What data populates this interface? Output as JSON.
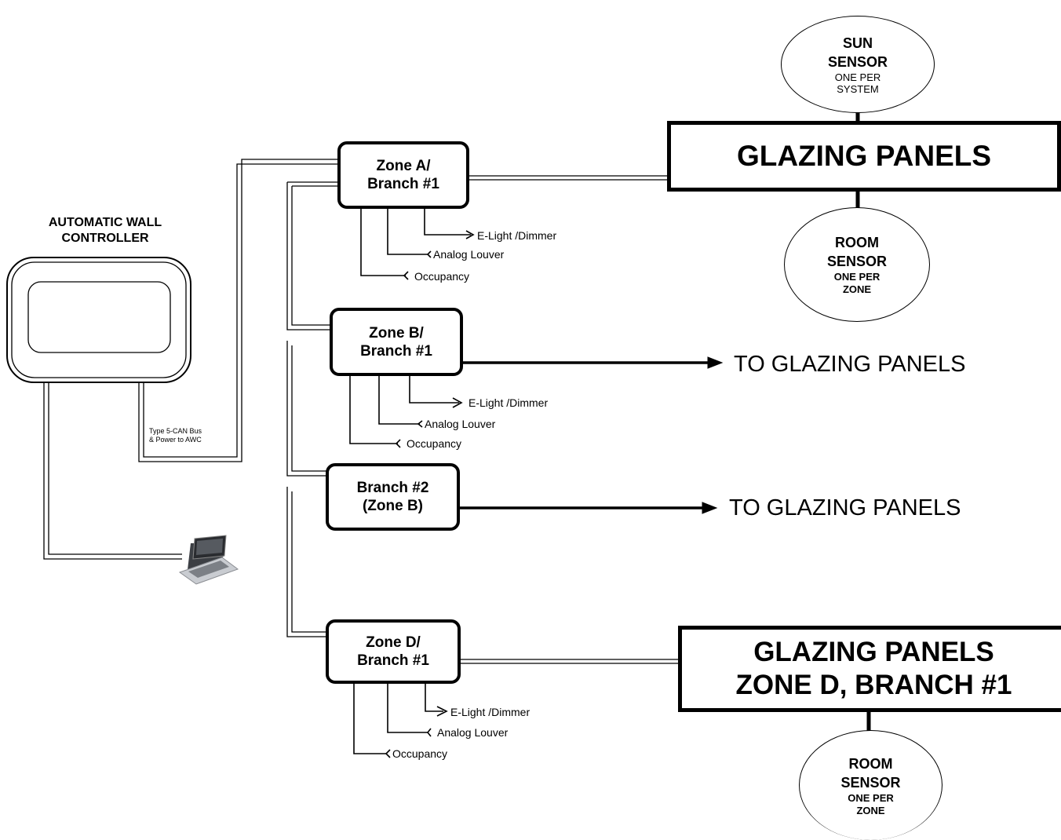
{
  "controller": {
    "title_line1": "AUTOMATIC WALL",
    "title_line2": "CONTROLLER",
    "bus_label_line1": "Type 5-CAN Bus",
    "bus_label_line2": "& Power to AWC"
  },
  "zones": [
    {
      "line1": "Zone A/",
      "line2": "Branch #1",
      "outputs": [
        "E-Light /Dimmer",
        "Analog Louver",
        "Occupancy"
      ]
    },
    {
      "line1": "Zone B/",
      "line2": "Branch #1",
      "outputs": [
        "E-Light /Dimmer",
        "Analog Louver",
        "Occupancy"
      ],
      "arrow_label": "TO GLAZING PANELS"
    },
    {
      "line1": "Branch #2",
      "line2": "(Zone B)",
      "arrow_label": "TO GLAZING PANELS"
    },
    {
      "line1": "Zone D/",
      "line2": "Branch #1",
      "outputs": [
        "E-Light /Dimmer",
        "Analog Louver",
        "Occupancy"
      ]
    }
  ],
  "panels": {
    "top": "GLAZING PANELS",
    "bottom_line1": "GLAZING PANELS",
    "bottom_line2": "ZONE D, BRANCH #1"
  },
  "sensors": {
    "sun": {
      "line1": "SUN",
      "line2": "SENSOR",
      "line3": "ONE PER",
      "line4": "SYSTEM"
    },
    "room_top": {
      "line1": "ROOM",
      "line2": "SENSOR",
      "line3": "ONE PER",
      "line4": "ZONE"
    },
    "room_bottom": {
      "line1": "ROOM",
      "line2": "SENSOR",
      "line3": "ONE PER",
      "line4": "ZONE"
    }
  },
  "icons": {
    "laptop": "laptop-icon",
    "controller": "wall-controller-icon"
  }
}
